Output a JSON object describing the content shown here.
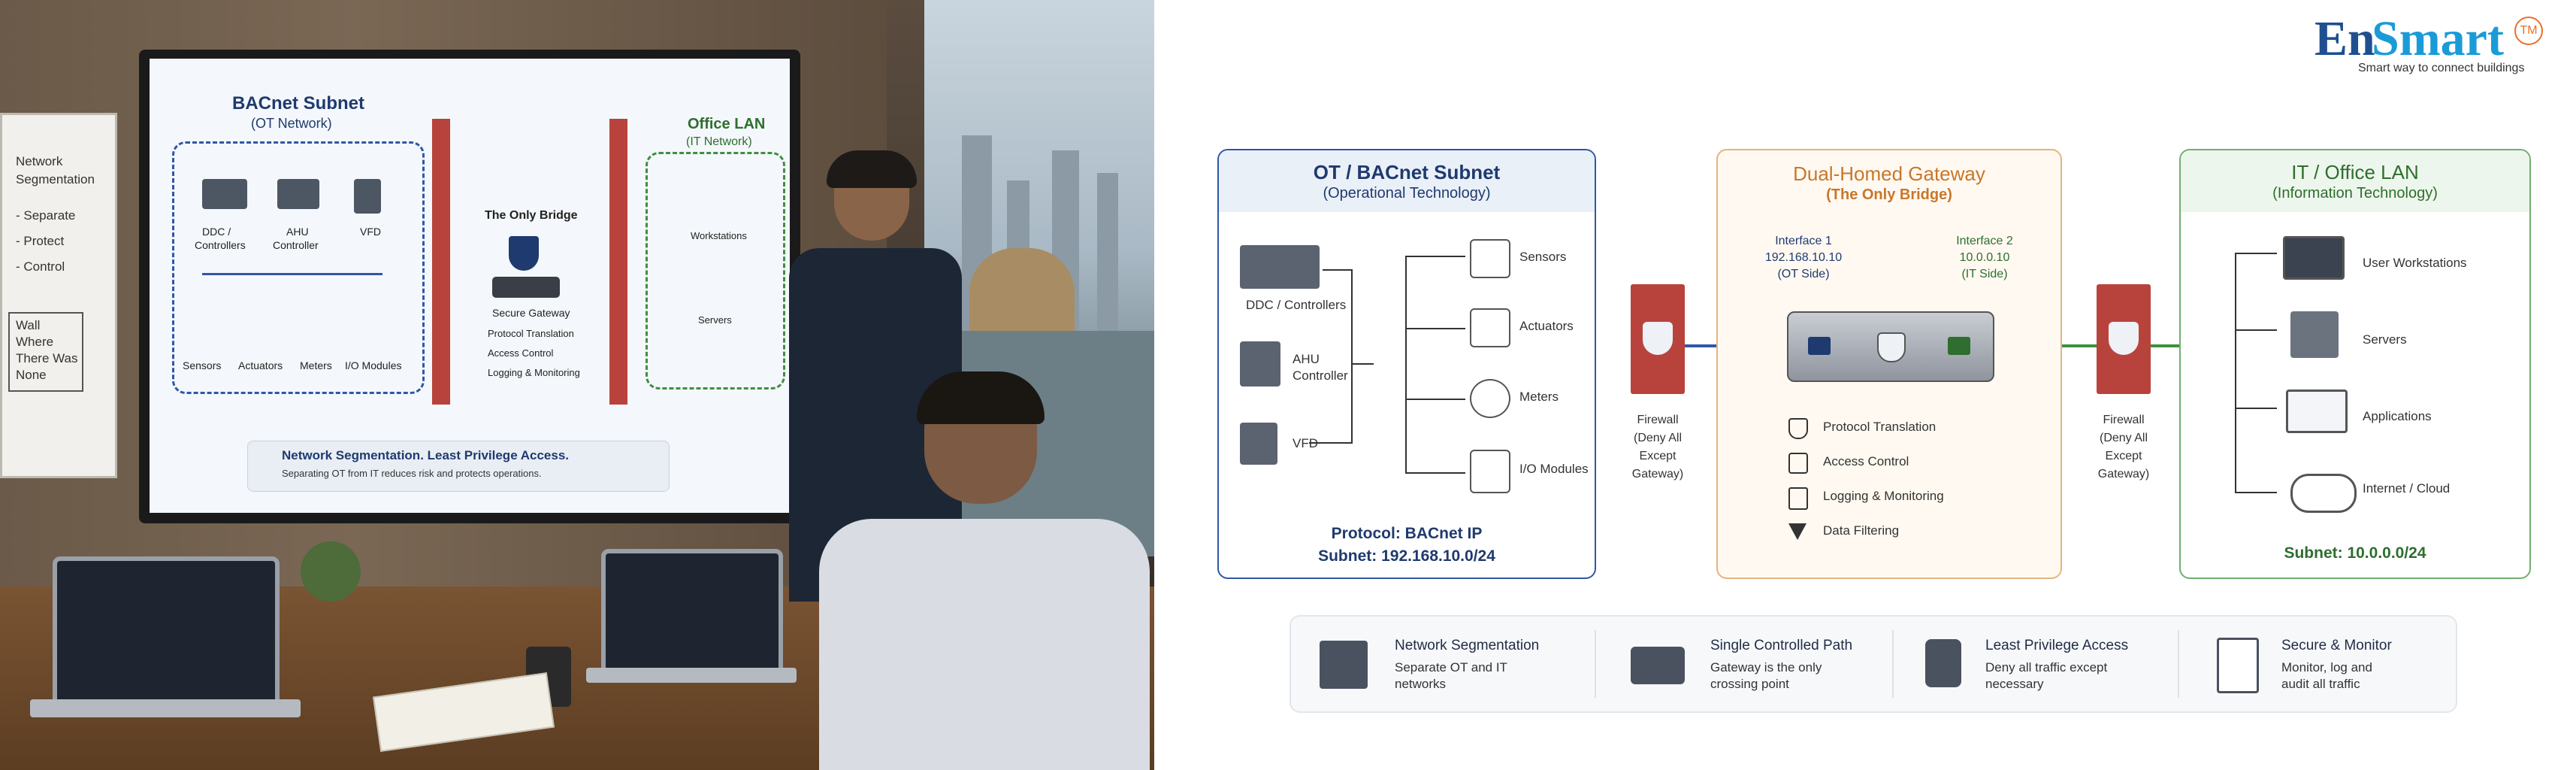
{
  "photo": {
    "whiteboard": {
      "lines": [
        "Network",
        "Segmentation",
        "- Separate",
        "- Protect",
        "- Control"
      ],
      "note": [
        "Wall",
        "Where",
        "There Was",
        "None"
      ]
    },
    "screen": {
      "ot_title": "BACnet Subnet",
      "ot_sub": "(OT Network)",
      "ot_devices": [
        "DDC /",
        "Controllers",
        "AHU",
        "Controller",
        "VFD"
      ],
      "ot_field": [
        "Sensors",
        "Actuators",
        "Meters",
        "I/O Modules"
      ],
      "bridge_label": "The Only Bridge",
      "gateway": "Secure Gateway",
      "features": [
        "Protocol Translation",
        "Access Control",
        "Logging & Monitoring"
      ],
      "it_title": "Office LAN",
      "it_sub": "(IT Network)",
      "it_items": [
        "Workstations",
        "Servers"
      ],
      "banner_title": "Network Segmentation. Least Privilege Access.",
      "banner_sub": "Separating OT from IT reduces risk and protects operations."
    }
  },
  "logo": {
    "brand_a": "En",
    "brand_b": "Smart",
    "tm": "TM",
    "tagline": "Smart way to connect buildings"
  },
  "ot": {
    "title": "OT / BACnet Subnet",
    "subtitle": "(Operational Technology)",
    "devices": [
      "DDC / Controllers",
      "AHU",
      "Controller",
      "VFD"
    ],
    "field": [
      "Sensors",
      "Actuators",
      "Meters",
      "I/O Modules"
    ],
    "protocol": "Protocol: BACnet IP",
    "subnet": "Subnet: 192.168.10.0/24"
  },
  "firewall_left": [
    "Firewall",
    "(Deny All",
    "Except",
    "Gateway)"
  ],
  "firewall_right": [
    "Firewall",
    "(Deny All",
    "Except",
    "Gateway)"
  ],
  "gateway": {
    "title": "Dual-Homed Gateway",
    "subtitle": "(The Only Bridge)",
    "if1": [
      "Interface 1",
      "192.168.10.10",
      "(OT Side)"
    ],
    "if2": [
      "Interface 2",
      "10.0.0.10",
      "(IT Side)"
    ],
    "features": [
      "Protocol Translation",
      "Access Control",
      "Logging & Monitoring",
      "Data Filtering"
    ]
  },
  "it": {
    "title": "IT / Office LAN",
    "subtitle": "(Information Technology)",
    "items": [
      "User Workstations",
      "Servers",
      "Applications",
      "Internet / Cloud"
    ],
    "subnet": "Subnet: 10.0.0.0/24"
  },
  "bottom": [
    {
      "title": "Network Segmentation",
      "desc": [
        "Separate OT and IT",
        "networks"
      ]
    },
    {
      "title": "Single Controlled Path",
      "desc": [
        "Gateway is the only",
        "crossing point"
      ]
    },
    {
      "title": "Least Privilege Access",
      "desc": [
        "Deny all traffic except",
        "necessary"
      ]
    },
    {
      "title": "Secure & Monitor",
      "desc": [
        "Monitor, log and",
        "audit all traffic"
      ]
    }
  ],
  "colors": {
    "ot_blue": "#2f57a8",
    "gw_orange": "#c8772a",
    "it_green": "#3f8f3f",
    "firewall_red": "#b8433c",
    "navy": "#1f3a6e"
  }
}
